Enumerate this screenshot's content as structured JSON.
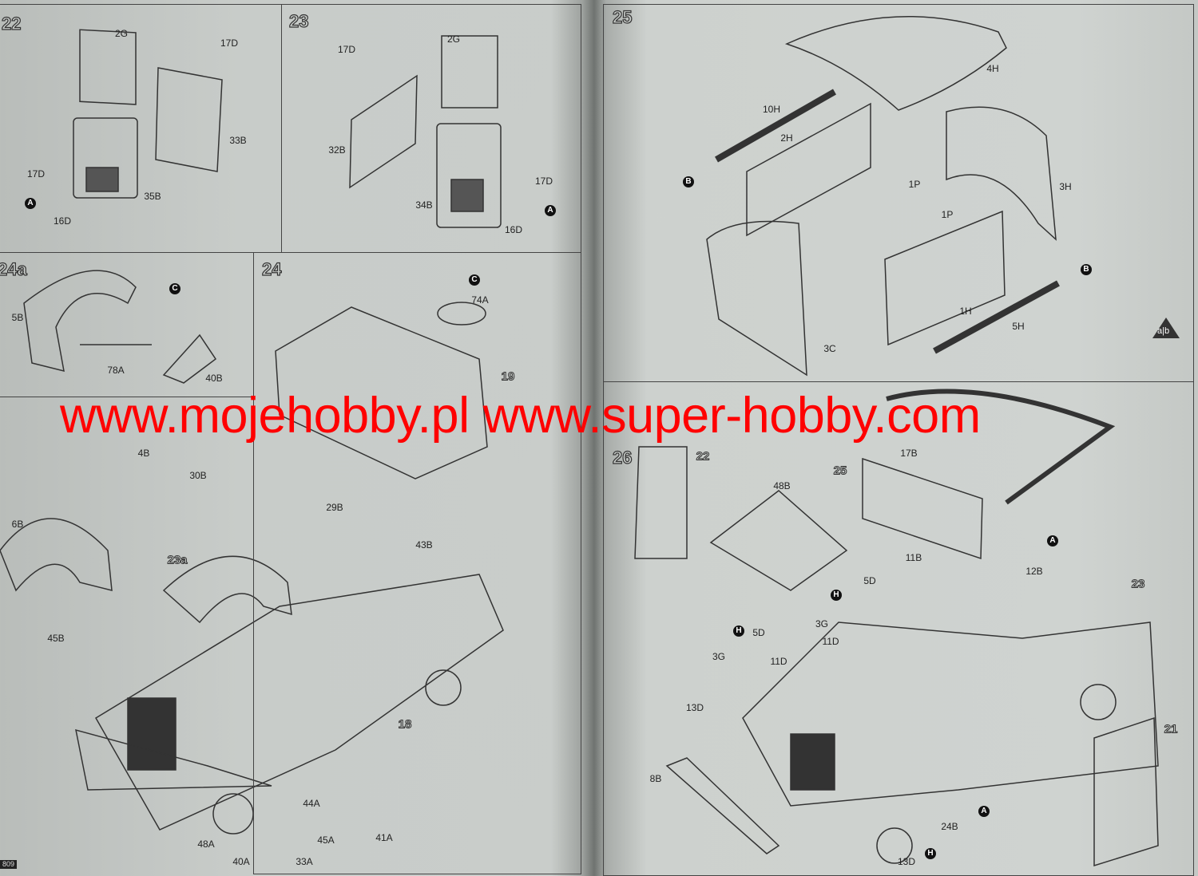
{
  "watermark": "www.mojehobby.pl www.super-hobby.com",
  "page_number": "809",
  "steps": {
    "s22": "22",
    "s23": "23",
    "s24a": "24a",
    "s24": "24",
    "s25": "25",
    "s26": "26"
  },
  "labels": {
    "s22": [
      "2G",
      "17D",
      "33B",
      "17D",
      "35B",
      "16D"
    ],
    "s23": [
      "17D",
      "2G",
      "32B",
      "17D",
      "34B",
      "16D"
    ],
    "s24a": [
      "5B",
      "78A",
      "40B"
    ],
    "s24": [
      "74A",
      "4B",
      "30B",
      "29B",
      "6B",
      "43B",
      "45B",
      "44A",
      "45A",
      "41A",
      "48A",
      "40A",
      "33A"
    ],
    "s25": [
      "4H",
      "10H",
      "2H",
      "1P",
      "3H",
      "1P",
      "1H",
      "5H",
      "3C"
    ],
    "s26": [
      "17B",
      "48B",
      "11B",
      "12B",
      "5D",
      "3G",
      "5D",
      "11D",
      "3G",
      "11D",
      "13D",
      "8B",
      "24B",
      "13D"
    ]
  },
  "refs": {
    "s24": [
      "23a",
      "19",
      "18"
    ],
    "s26": [
      "22",
      "25",
      "23",
      "21"
    ]
  },
  "markers": {
    "s22": [
      "A"
    ],
    "s23": [
      "A"
    ],
    "s24a": [
      "C"
    ],
    "s24": [
      "C"
    ],
    "s25": [
      "B",
      "B"
    ],
    "s26": [
      "A",
      "H",
      "H",
      "A",
      "H"
    ]
  },
  "paint_icon": "a|b"
}
